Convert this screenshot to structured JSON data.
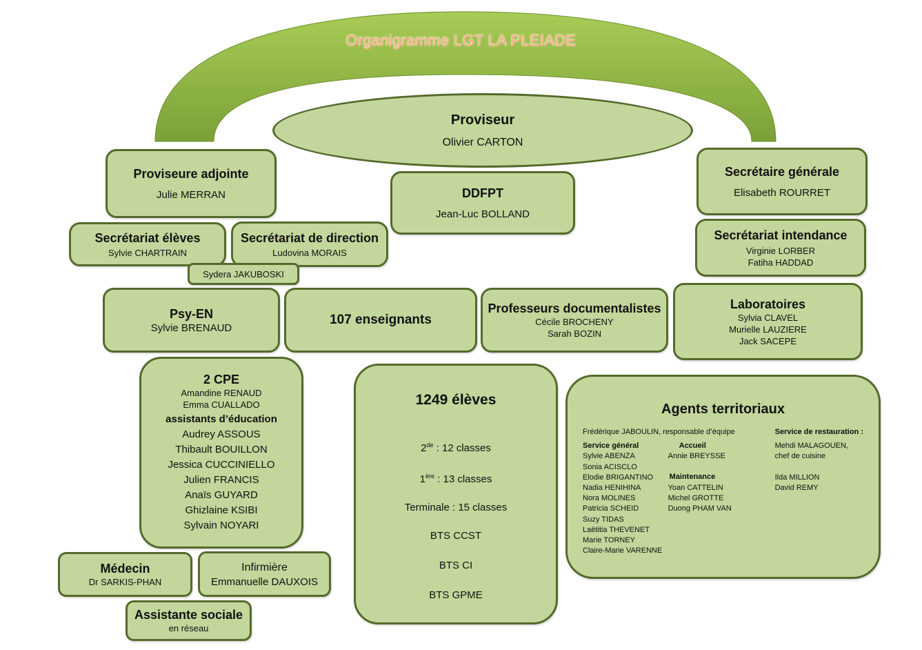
{
  "title": "Organigramme LGT LA PLEIADE",
  "colors": {
    "arch_top": "#a4c853",
    "arch_bottom": "#7ea23a",
    "box_fill": "#c3d69b",
    "box_border": "#546a2b",
    "title_text": "#f3b37a"
  },
  "proviseur": {
    "title": "Proviseur",
    "name": "Olivier CARTON"
  },
  "adjointe": {
    "title": "Proviseure adjointe",
    "name": "Julie MERRAN"
  },
  "ddfpt": {
    "title": "DDFPT",
    "name": "Jean-Luc BOLLAND"
  },
  "sg": {
    "title": "Secrétaire générale",
    "name": "Elisabeth ROURRET"
  },
  "sec_eleves": {
    "title": "Secrétariat élèves",
    "name": "Sylvie CHARTRAIN"
  },
  "sec_direction": {
    "title": "Secrétariat de direction",
    "name": "Ludovina MORAIS"
  },
  "sydera": {
    "name": "Sydera JAKUBOSKI"
  },
  "sec_intendance": {
    "title": "Secrétariat intendance",
    "names": [
      "Virginie LORBER",
      "Fatiha HADDAD"
    ]
  },
  "psy": {
    "title": "Psy-EN",
    "name": "Sylvie BRENAUD"
  },
  "enseignants": {
    "title": "107 enseignants"
  },
  "docs": {
    "title": "Professeurs documentalistes",
    "names": [
      "Cécile BROCHENY",
      "Sarah BOZIN"
    ]
  },
  "labo": {
    "title": "Laboratoires",
    "names": [
      "Sylvia CLAVEL",
      "Murielle LAUZIERE",
      "Jack SACEPE"
    ]
  },
  "cpe": {
    "title": "2 CPE",
    "names": [
      "Amandine RENAUD",
      "Emma CUALLADO"
    ],
    "aed_title": "assistants d’éducation",
    "aed": [
      "Audrey ASSOUS",
      "Thibault BOUILLON",
      "Jessica CUCCINIELLO",
      "Julien FRANCIS",
      "Anaïs GUYARD",
      "Ghizlaine KSIBI",
      "Sylvain NOYARI"
    ]
  },
  "eleves": {
    "title": "1249 élèves",
    "l2_num": "2",
    "l2_sup": "de",
    "l2_rest": " : 12 classes",
    "l1_num": "1",
    "l1_sup": "ère",
    "l1_rest": " : 13 classes",
    "term": "Terminale : 15 classes",
    "bts": [
      "BTS CCST",
      "BTS CI",
      "BTS GPME"
    ]
  },
  "agents": {
    "title": "Agents territoriaux",
    "resp": "Frédérique JABOULIN, responsable d’équipe",
    "general_title": "Service général",
    "general": [
      "Sylvie ABENZA",
      "Sonia ACISCLO",
      "Elodie BRIGANTINO",
      "Nadia HENIHINA",
      "Nora MOLINES",
      "Patricia SCHEID",
      "Suzy TIDAS",
      "Laëtitia THEVENET",
      "Marie TORNEY",
      "Claire-Marie VARENNE"
    ],
    "accueil_title": "Accueil",
    "accueil": [
      "Annie BREYSSE"
    ],
    "maint_title": "Maintenance",
    "maint": [
      "Yoan CATTELIN",
      "Michel GROTTE",
      "Duong PHAM VAN"
    ],
    "resto_title": "Service de restauration :",
    "resto": [
      "Mehdi MALAGOUEN,",
      "chef de cuisine",
      "",
      "Ilda MILLION",
      "David REMY"
    ]
  },
  "medecin": {
    "title": "Médecin",
    "name": "Dr SARKIS-PHAN"
  },
  "infirmiere": {
    "title": "Infirmière",
    "name": "Emmanuelle DAUXOIS"
  },
  "social": {
    "title": "Assistante sociale",
    "name": "en réseau"
  }
}
